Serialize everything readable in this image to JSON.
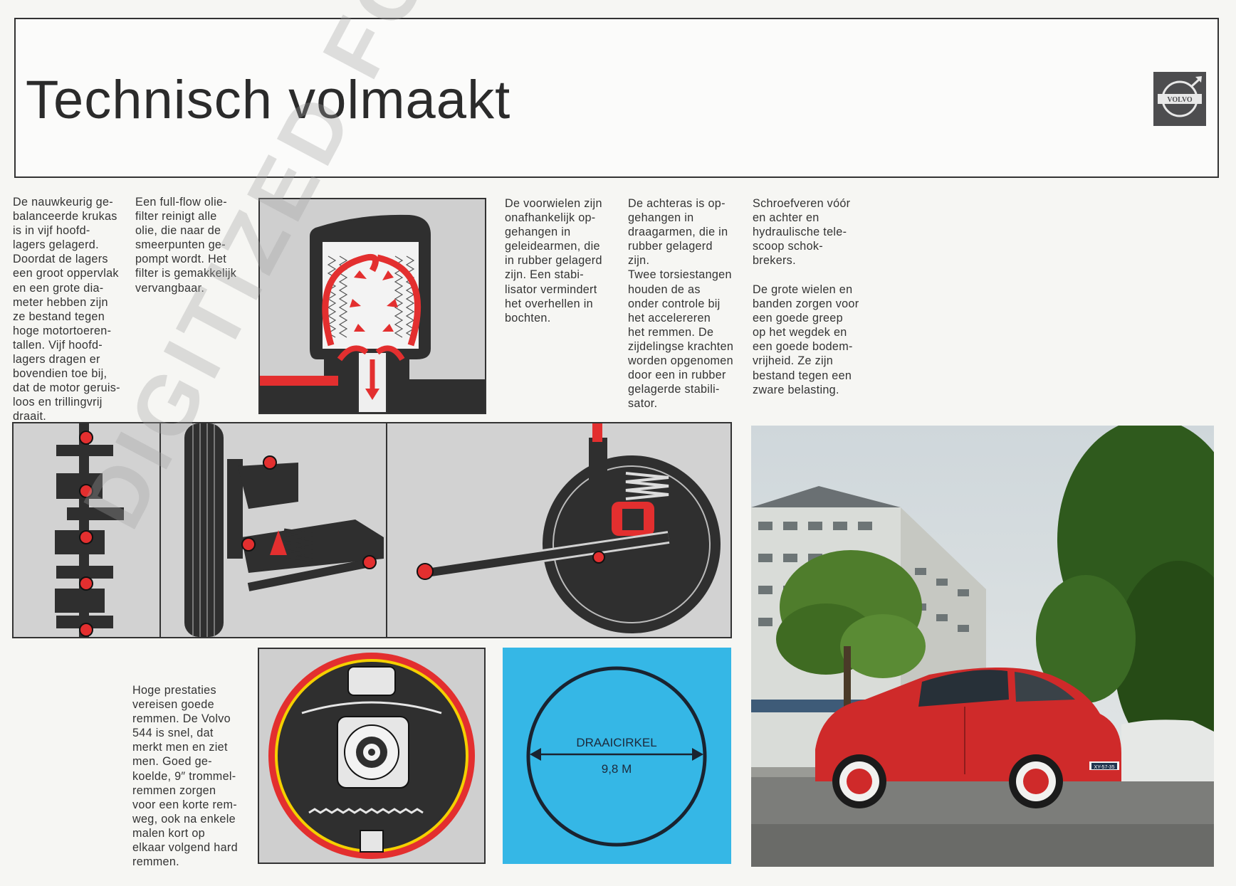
{
  "header": {
    "title": "Technisch volmaakt",
    "logo_text": "VOLVO"
  },
  "columns": {
    "crankshaft": "De nauwkeurig ge-\nbalanceerde krukas\nis in vijf hoofd-\nlagers gelagerd.\nDoordat de lagers\neen groot oppervlak\nen een grote dia-\nmeter hebben zijn\nze bestand tegen\nhoge motortoeren-\ntallen. Vijf hoofd-\nlagers dragen er\nbovendien toe bij,\ndat de motor geruis-\nloos en trillingvrij\ndraait.",
    "oil_filter": "Een full-flow olie-\nfilter reinigt alle\nolie, die naar de\nsmeerpunten ge-\npompt wordt. Het\nfilter is gemakkelijk\nvervangbaar.",
    "front_wheels": "De voorwielen zijn\nonafhankelijk op-\ngehangen in\ngeleidearmen, die\nin rubber gelagerd\nzijn. Een stabi-\nlisator vermindert\nhet overhellen in\nbochten.",
    "rear_axle": "De achteras is op-\ngehangen in\ndraagarmen, die in\nrubber gelagerd\nzijn.\nTwee torsiestangen\nhouden de as\nonder controle bij\nhet accelereren\nhet remmen. De\nzijdelingse krachten\nworden opgenomen\ndoor een in rubber\ngelagerde stabili-\nsator.",
    "springs": "Schroefveren vóór\nen achter en\nhydraulische tele-\nscoop schok-\nbrekers.",
    "big_wheels": "De grote wielen en\nbanden zorgen voor\neen goede greep\nop het wegdek en\neen goede bodem-\nvrijheid. Ze zijn\nbestand tegen een\nzware belasting.",
    "brakes": "Hoge prestaties\nvereisen goede\nremmen. De Volvo\n544 is snel, dat\nmerkt men en ziet\nmen. Goed ge-\nkoelde, 9″ trommel-\nremmen zorgen\nvoor een korte rem-\nweg, ook na enkele\nmalen kort op\nelkaar volgend hard\nremmen."
  },
  "turning_circle": {
    "label": "DRAAICIRKEL",
    "value": "9,8 M",
    "background": "#35b7e6"
  },
  "photo": {
    "license_plate": "XY-57-35"
  },
  "watermark": "DIGITIZED FOR UNCLE-OLAV",
  "colors": {
    "accent_red": "#e32f2f",
    "panel_grey": "#d2d2d2",
    "dark": "#333333"
  }
}
